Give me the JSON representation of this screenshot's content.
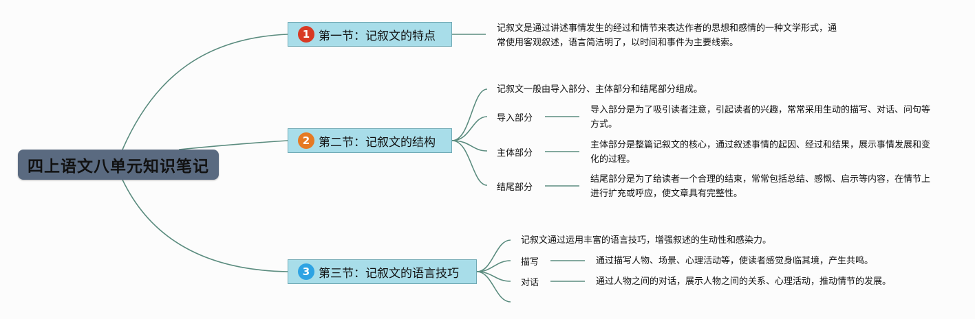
{
  "root": {
    "title": "四上语文八单元知识笔记"
  },
  "colors": {
    "link": "#5b8c7f",
    "branch_fill": "#a8dde9",
    "branch_border": "#6fa8b3",
    "root_fill": "#5a6a80"
  },
  "sections": [
    {
      "number": "1",
      "badge_color": "#d83a24",
      "title": "第一节：记叙文的特点",
      "items": [
        {
          "label": "",
          "text": "记叙文是通过讲述事情发生的经过和情节来表达作者的思想和感情的一种文学形式，通常使用客观叙述，语言简洁明了，以时间和事件为主要线索。"
        }
      ]
    },
    {
      "number": "2",
      "badge_color": "#e67a24",
      "title": "第二节：记叙文的结构",
      "items": [
        {
          "label": "",
          "text": "记叙文一般由导入部分、主体部分和结尾部分组成。"
        },
        {
          "label": "导入部分",
          "text": "导入部分是为了吸引读者注意，引起读者的兴趣，常常采用生动的描写、对话、问句等方式。"
        },
        {
          "label": "主体部分",
          "text": "主体部分是整篇记叙文的核心，通过叙述事情的起因、经过和结果，展示事情发展和变化的过程。"
        },
        {
          "label": "结尾部分",
          "text": "结尾部分是为了给读者一个合理的结束，常常包括总结、感慨、启示等内容，在情节上进行扩充或呼应，使文章具有完整性。"
        }
      ]
    },
    {
      "number": "3",
      "badge_color": "#2ea3e3",
      "title": "第三节：记叙文的语言技巧",
      "items": [
        {
          "label": "",
          "text": "记叙文通过运用丰富的语言技巧，增强叙述的生动性和感染力。"
        },
        {
          "label": "描写",
          "text": "通过描写人物、场景、心理活动等，使读者感觉身临其境，产生共鸣。"
        },
        {
          "label": "对话",
          "text": "通过人物之间的对话，展示人物之间的关系、心理活动，推动情节的发展。"
        }
      ]
    }
  ]
}
